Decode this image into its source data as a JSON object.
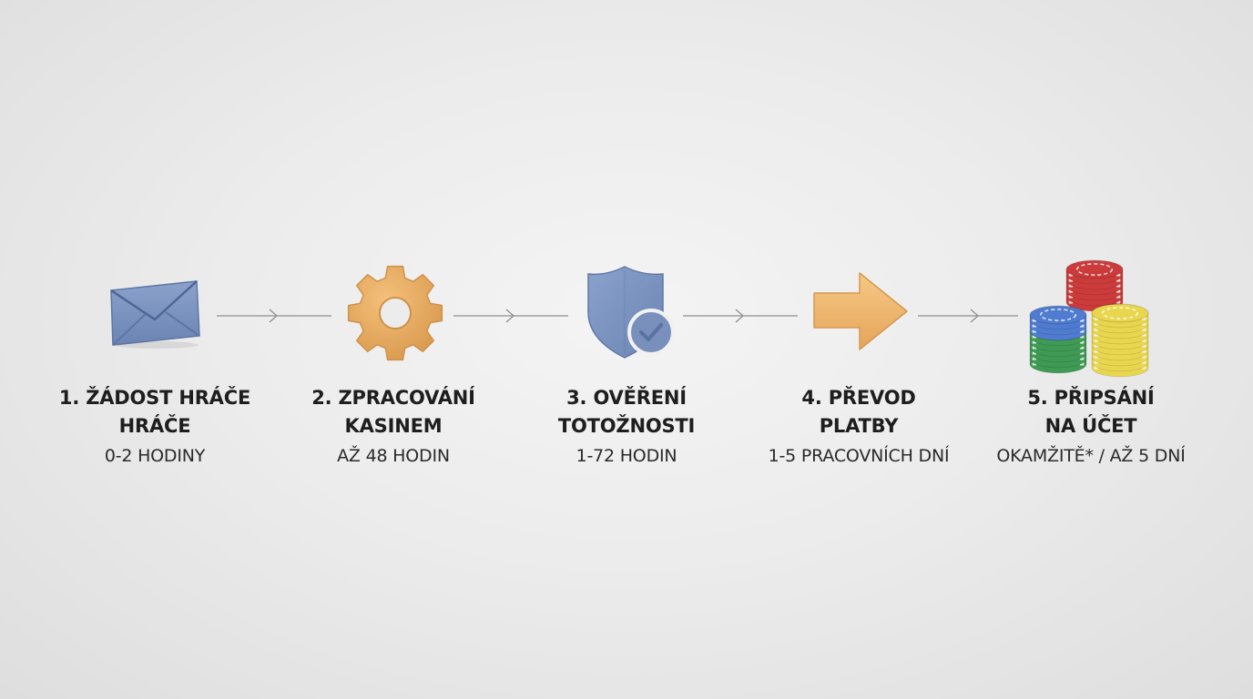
{
  "steps": [
    {
      "title_line1": "1. ŽÁDOST HRÁČE",
      "title_line2": "HRÁČE",
      "duration": "0-2 HODINY",
      "icon": "envelope-icon",
      "color": "#7b93be"
    },
    {
      "title_line1": "2. ZPRACOVÁNÍ",
      "title_line2": "KASINEM",
      "duration": "AŽ 48 HODIN",
      "icon": "gear-icon",
      "color": "#e9b068"
    },
    {
      "title_line1": "3. OVĚŘENÍ",
      "title_line2": "TOTOŽNOSTI",
      "duration": "1-72 HODIN",
      "icon": "shield-check-icon",
      "color": "#7b93be"
    },
    {
      "title_line1": "4. PŘEVOD",
      "title_line2": "PLATBY",
      "duration": "1-5 PRACOVNÍCH DNÍ",
      "icon": "arrow-right-icon",
      "color": "#f0bd72"
    },
    {
      "title_line1": "5. PŘIPSÁNÍ",
      "title_line2": "NA ÚČET",
      "duration": "OKAMŽITĚ* / AŽ 5 DNÍ",
      "icon": "casino-chips-icon",
      "color": "#d9423f"
    }
  ],
  "colors": {
    "connector": "#8f8f8f",
    "text": "#1e1e1e",
    "chip_red": "#cc3b3b",
    "chip_blue": "#4f7cd0",
    "chip_green": "#3f9a55",
    "chip_yellow": "#e9d64f"
  }
}
